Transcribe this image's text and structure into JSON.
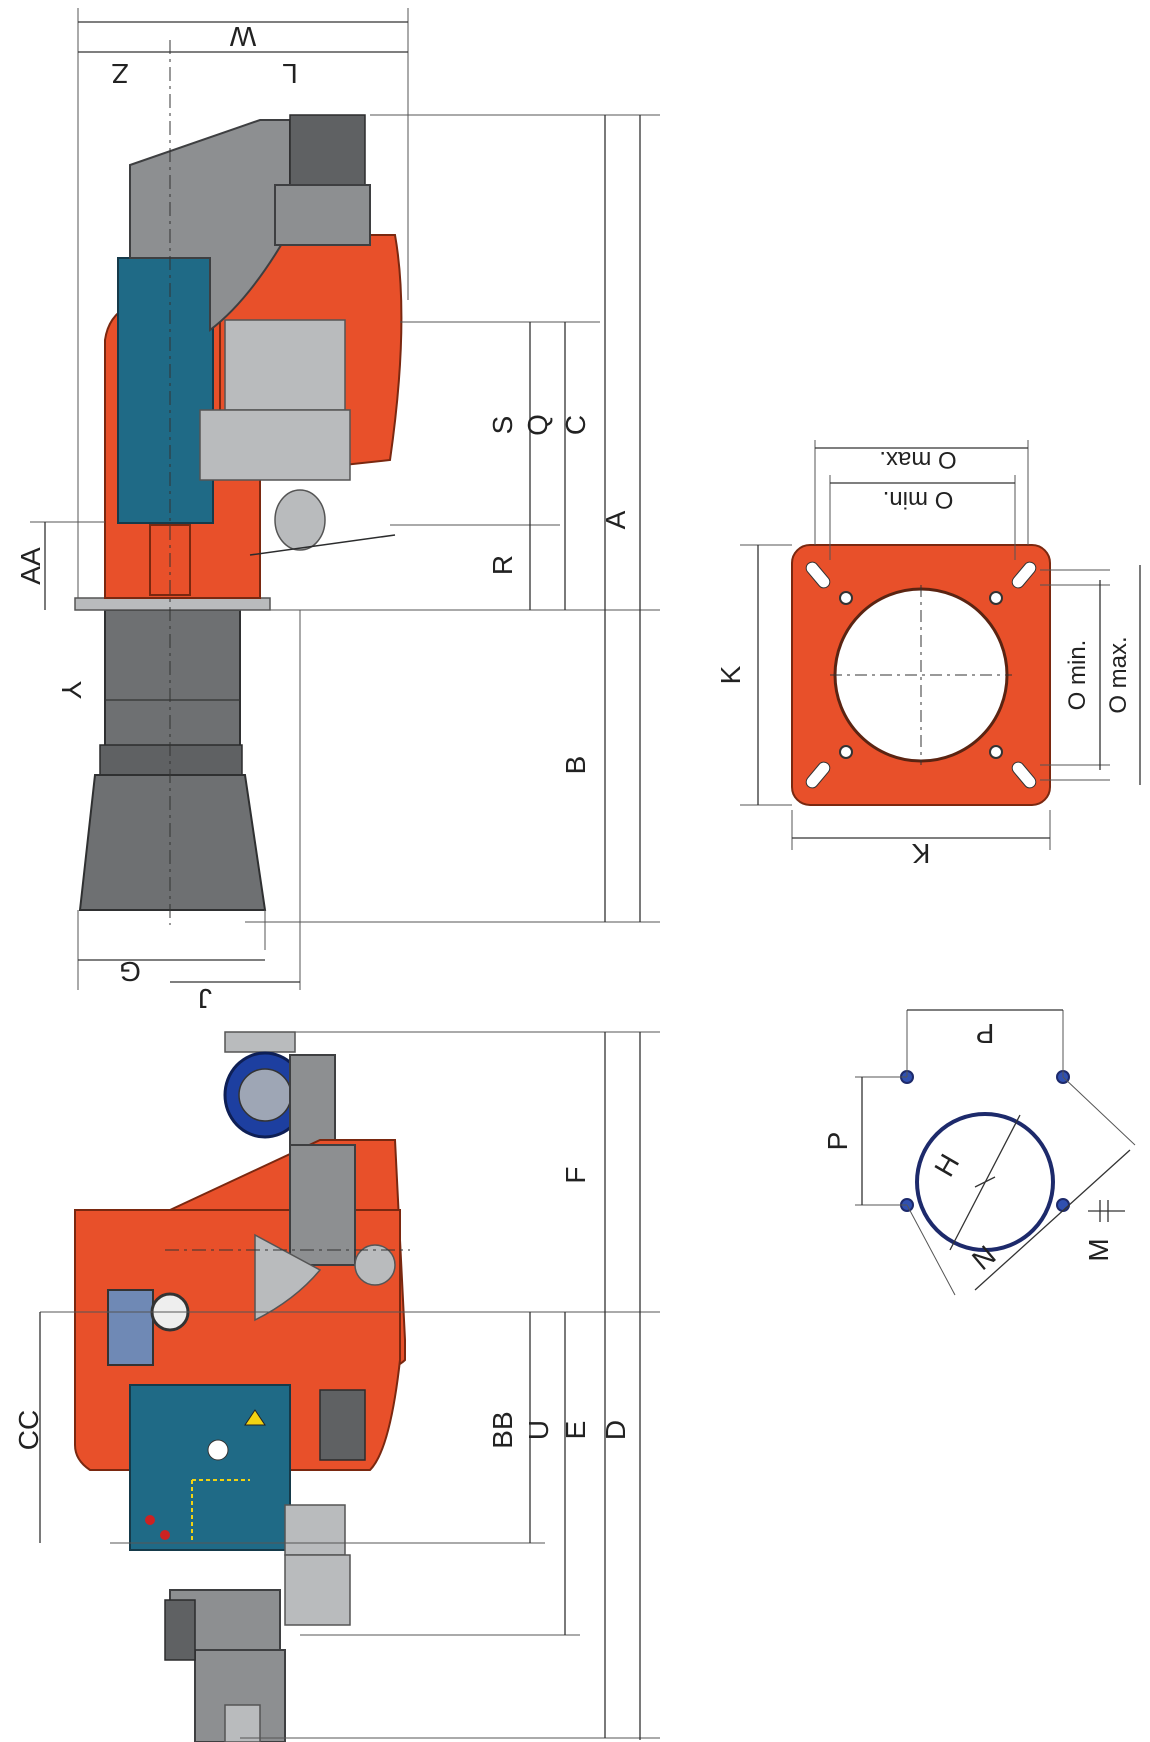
{
  "labels": {
    "W": "W",
    "Z": "Z",
    "L": "L",
    "AA": "AA",
    "Y": "Y",
    "S": "S",
    "Q": "Q",
    "C": "C",
    "R": "R",
    "A": "A",
    "B": "B",
    "G": "G",
    "J": "J",
    "O_max_top": "O max.",
    "O_min_top": "O min.",
    "O_min_right": "O min.",
    "O_max_right": "O max.",
    "K_left": "K",
    "K_bottom": "K",
    "P_bottom": "P",
    "P_left": "P",
    "H": "H",
    "N": "N",
    "M": "M",
    "F": "F",
    "CC": "CC",
    "BB": "BB",
    "U": "U",
    "E": "E",
    "D": "D"
  },
  "colors": {
    "housing": "#e8502a",
    "steel": "#8d8f91",
    "panel": "#1f6a86",
    "motor": "#1d3fa0"
  }
}
